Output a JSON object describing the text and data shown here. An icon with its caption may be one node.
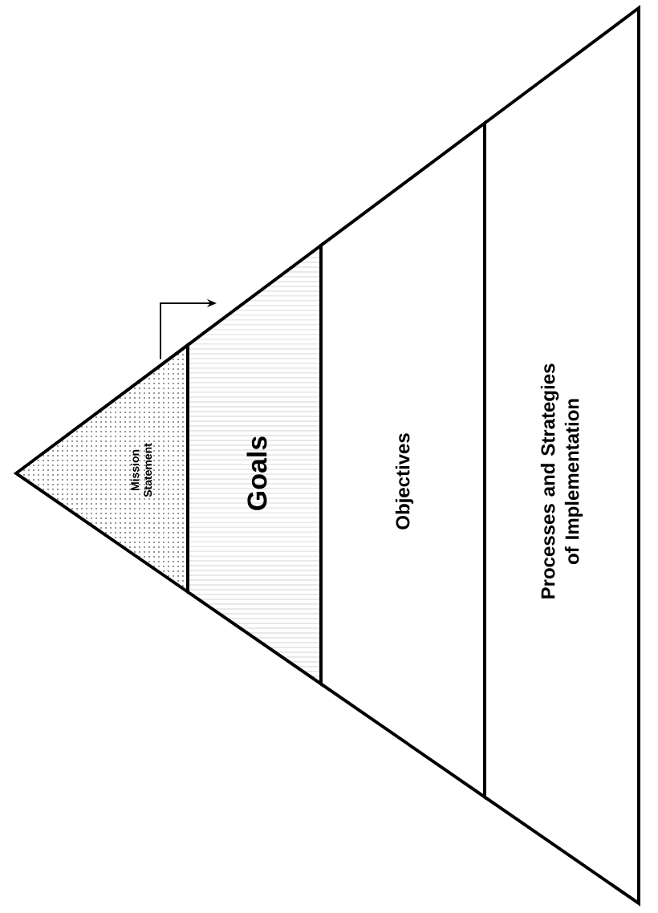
{
  "diagram": {
    "nodes": [
      {
        "text": [
          "Mission Statement"
        ]
      },
      {
        "text": [
          "Goals"
        ]
      },
      {
        "text": [
          "Objectives"
        ]
      },
      {
        "text": [
          "Processes and Strategies of Implementation"
        ]
      }
    ],
    "edges": [
      {
        "from": 0,
        "to": 1,
        "arrow": "to"
      }
    ]
  }
}
